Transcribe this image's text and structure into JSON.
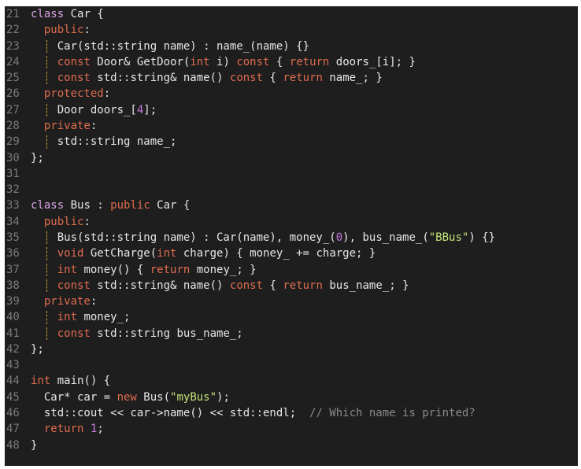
{
  "colors": {
    "background": "#1e1e1e",
    "keyword": "#e06c4f",
    "class_keyword": "#d8a4e6",
    "string": "#c5e478",
    "number": "#c678dd",
    "comment": "#8a8a8a",
    "type": "#6fcfd8",
    "text": "#e6e6e6",
    "line_number": "#7a7a7a",
    "indent_guide": "#c8a030"
  },
  "lines": [
    {
      "num": "21",
      "guide": false,
      "tokens": [
        [
          "class",
          "class"
        ],
        [
          " Car {",
          "plain"
        ]
      ]
    },
    {
      "num": "22",
      "guide": false,
      "tokens": [
        [
          "  ",
          "plain"
        ],
        [
          "public",
          "keyword"
        ],
        [
          ":",
          "plain"
        ]
      ]
    },
    {
      "num": "23",
      "guide": true,
      "tokens": [
        [
          "    Car(std::string name) : name_(name) {}",
          "plain"
        ]
      ]
    },
    {
      "num": "24",
      "guide": true,
      "tokens": [
        [
          "    ",
          "plain"
        ],
        [
          "const",
          "keyword"
        ],
        [
          " Door& GetDoor(",
          "plain"
        ],
        [
          "int",
          "keyword"
        ],
        [
          " i) ",
          "plain"
        ],
        [
          "const",
          "keyword"
        ],
        [
          " { ",
          "plain"
        ],
        [
          "return",
          "keyword"
        ],
        [
          " doors_[i]; }",
          "plain"
        ]
      ]
    },
    {
      "num": "25",
      "guide": true,
      "tokens": [
        [
          "    ",
          "plain"
        ],
        [
          "const",
          "keyword"
        ],
        [
          " std::string& name() ",
          "plain"
        ],
        [
          "const",
          "keyword"
        ],
        [
          " { ",
          "plain"
        ],
        [
          "return",
          "keyword"
        ],
        [
          " name_; }",
          "plain"
        ]
      ]
    },
    {
      "num": "26",
      "guide": false,
      "tokens": [
        [
          "  ",
          "plain"
        ],
        [
          "protected",
          "keyword"
        ],
        [
          ":",
          "plain"
        ]
      ]
    },
    {
      "num": "27",
      "guide": true,
      "tokens": [
        [
          "    Door doors_[",
          "plain"
        ],
        [
          "4",
          "number"
        ],
        [
          "];",
          "plain"
        ]
      ]
    },
    {
      "num": "28",
      "guide": false,
      "tokens": [
        [
          "  ",
          "plain"
        ],
        [
          "private",
          "keyword"
        ],
        [
          ":",
          "plain"
        ]
      ]
    },
    {
      "num": "29",
      "guide": true,
      "tokens": [
        [
          "    std::string name_;",
          "plain"
        ]
      ]
    },
    {
      "num": "30",
      "guide": false,
      "tokens": [
        [
          "};",
          "plain"
        ]
      ]
    },
    {
      "num": "31",
      "guide": false,
      "tokens": []
    },
    {
      "num": "32",
      "guide": false,
      "tokens": []
    },
    {
      "num": "33",
      "guide": false,
      "tokens": [
        [
          "class",
          "class"
        ],
        [
          " Bus : ",
          "plain"
        ],
        [
          "public",
          "keyword"
        ],
        [
          " Car {",
          "plain"
        ]
      ]
    },
    {
      "num": "34",
      "guide": false,
      "tokens": [
        [
          "  ",
          "plain"
        ],
        [
          "public",
          "keyword"
        ],
        [
          ":",
          "plain"
        ]
      ]
    },
    {
      "num": "35",
      "guide": true,
      "tokens": [
        [
          "    Bus(std::string name) : Car(name), money_(",
          "plain"
        ],
        [
          "0",
          "number"
        ],
        [
          "), bus_name_(",
          "plain"
        ],
        [
          "\"BBus\"",
          "string"
        ],
        [
          ") {}",
          "plain"
        ]
      ]
    },
    {
      "num": "36",
      "guide": true,
      "tokens": [
        [
          "    ",
          "plain"
        ],
        [
          "void",
          "keyword"
        ],
        [
          " GetCharge(",
          "plain"
        ],
        [
          "int",
          "keyword"
        ],
        [
          " charge) { money_ += charge; }",
          "plain"
        ]
      ]
    },
    {
      "num": "37",
      "guide": true,
      "tokens": [
        [
          "    ",
          "plain"
        ],
        [
          "int",
          "keyword"
        ],
        [
          " money() { ",
          "plain"
        ],
        [
          "return",
          "keyword"
        ],
        [
          " money_; }",
          "plain"
        ]
      ]
    },
    {
      "num": "38",
      "guide": true,
      "tokens": [
        [
          "    ",
          "plain"
        ],
        [
          "const",
          "keyword"
        ],
        [
          " std::string& name() ",
          "plain"
        ],
        [
          "const",
          "keyword"
        ],
        [
          " { ",
          "plain"
        ],
        [
          "return",
          "keyword"
        ],
        [
          " bus_name_; }",
          "plain"
        ]
      ]
    },
    {
      "num": "39",
      "guide": false,
      "tokens": [
        [
          "  ",
          "plain"
        ],
        [
          "private",
          "keyword"
        ],
        [
          ":",
          "plain"
        ]
      ]
    },
    {
      "num": "40",
      "guide": true,
      "tokens": [
        [
          "    ",
          "plain"
        ],
        [
          "int",
          "keyword"
        ],
        [
          " money_;",
          "plain"
        ]
      ]
    },
    {
      "num": "41",
      "guide": true,
      "tokens": [
        [
          "    ",
          "plain"
        ],
        [
          "const",
          "keyword"
        ],
        [
          " std::string bus_name_;",
          "plain"
        ]
      ]
    },
    {
      "num": "42",
      "guide": false,
      "tokens": [
        [
          "};",
          "plain"
        ]
      ]
    },
    {
      "num": "43",
      "guide": false,
      "tokens": []
    },
    {
      "num": "44",
      "guide": false,
      "tokens": [
        [
          "int",
          "keyword"
        ],
        [
          " main() {",
          "plain"
        ]
      ]
    },
    {
      "num": "45",
      "guide": false,
      "tokens": [
        [
          "  Car* car = ",
          "plain"
        ],
        [
          "new",
          "keyword"
        ],
        [
          " Bus(",
          "plain"
        ],
        [
          "\"myBus\"",
          "string"
        ],
        [
          ");",
          "plain"
        ]
      ]
    },
    {
      "num": "46",
      "guide": false,
      "tokens": [
        [
          "  std::cout << car->name() << std::endl;  ",
          "plain"
        ],
        [
          "// Which name is printed?",
          "comment"
        ]
      ]
    },
    {
      "num": "47",
      "guide": false,
      "tokens": [
        [
          "  ",
          "plain"
        ],
        [
          "return",
          "keyword"
        ],
        [
          " ",
          "plain"
        ],
        [
          "1",
          "number"
        ],
        [
          ";",
          "plain"
        ]
      ]
    },
    {
      "num": "48",
      "guide": false,
      "tokens": [
        [
          "}",
          "plain"
        ]
      ]
    }
  ]
}
